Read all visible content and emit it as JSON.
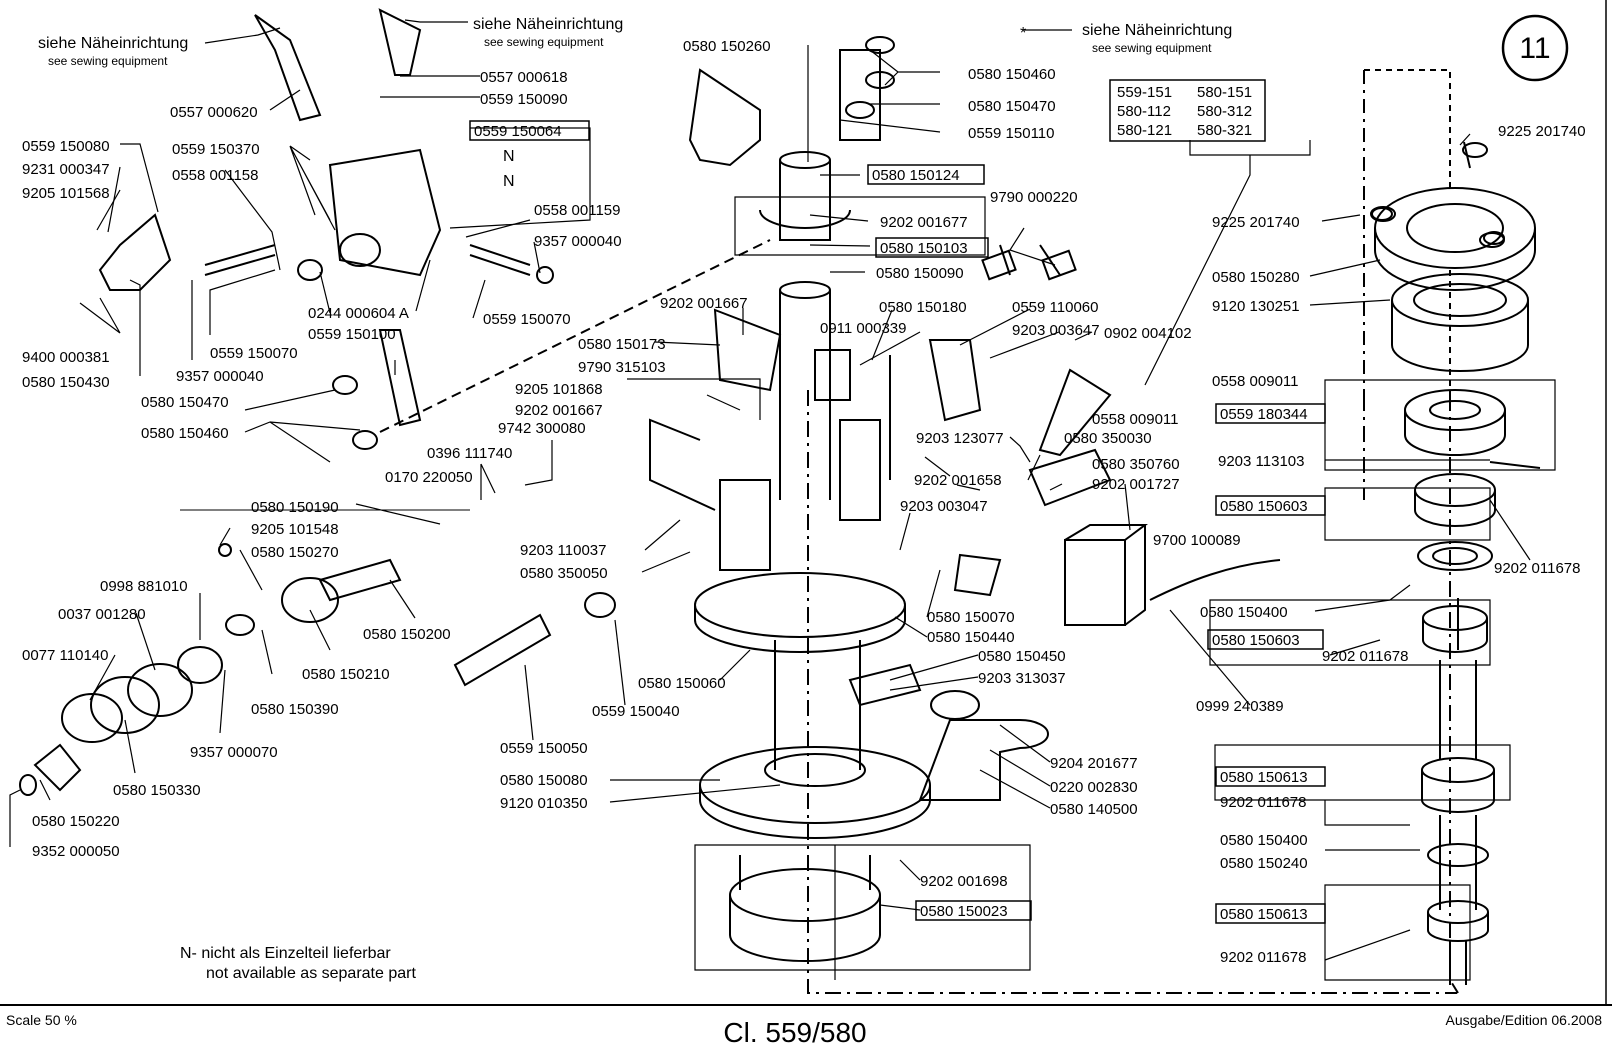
{
  "page_number": "11",
  "title": "Cl. 559/580",
  "scale": "Scale 50 %",
  "edition": "Ausgabe/Edition 06.2008",
  "notes": {
    "sewing_de": "siehe Näheinrichtung",
    "sewing_en": "see sewing equipment",
    "asterisk": "*",
    "n_marker": "N",
    "n_note_de": "N- nicht als Einzelteil lieferbar",
    "n_note_en": "not available as separate part"
  },
  "class_table": [
    "559-151",
    "580-151",
    "580-112",
    "580-312",
    "580-121",
    "580-321"
  ],
  "parts": [
    "0557 000618",
    "0557 000620",
    "0559 150090",
    "0559 150064",
    "0559 150370",
    "0558 001158",
    "0559 150080",
    "9231 000347",
    "9205 101568",
    "9400 000381",
    "0580 150430",
    "9357 000040",
    "0559 150070",
    "0244 000604 A",
    "0559 150100",
    "0558 001159",
    "9357 000040",
    "0559 150070",
    "0580 150470",
    "0580 150460",
    "0396 111740",
    "0170 220050",
    "9742 300080",
    "0580 150190",
    "9205 101548",
    "0580 150270",
    "0998 881010",
    "0037 001280",
    "0077 110140",
    "0580 150200",
    "0580 150210",
    "0580 150390",
    "9357 000070",
    "0580 150330",
    "0580 150220",
    "9352 000050",
    "0580 150260",
    "0580 150460",
    "0580 150470",
    "0559 150110",
    "0580 150124",
    "9202 001677",
    "0580 150103",
    "0580 150090",
    "9790 000220",
    "9202 001667",
    "0580 150173",
    "9790 315103",
    "9205 101868",
    "9202 001667",
    "0580 150180",
    "0911 000339",
    "0559 110060",
    "9203 003647",
    "0902 004102",
    "9203 123077",
    "0558 009011",
    "0580 350030",
    "0580 350760",
    "9202 001658",
    "9202 001727",
    "9203 003047",
    "9203 110037",
    "0580 350050",
    "9700 100089",
    "0580 150070",
    "0580 150440",
    "0580 150450",
    "9203 313037",
    "0580 150060",
    "0559 150040",
    "0559 150050",
    "0580 150080",
    "9120 010350",
    "9204 201677",
    "0220 002830",
    "0580 140500",
    "9202 001698",
    "0580 150023",
    "9225 201740",
    "9225 201740",
    "0580 150280",
    "9120 130251",
    "0558 009011",
    "0559 180344",
    "9203 113103",
    "0580 150603",
    "9202 011678",
    "0580 150400",
    "0580 150603",
    "9202 011678",
    "0999 240389",
    "0580 150613",
    "9202 011678",
    "0580 150400",
    "0580 150240",
    "0580 150613",
    "9202 011678"
  ]
}
